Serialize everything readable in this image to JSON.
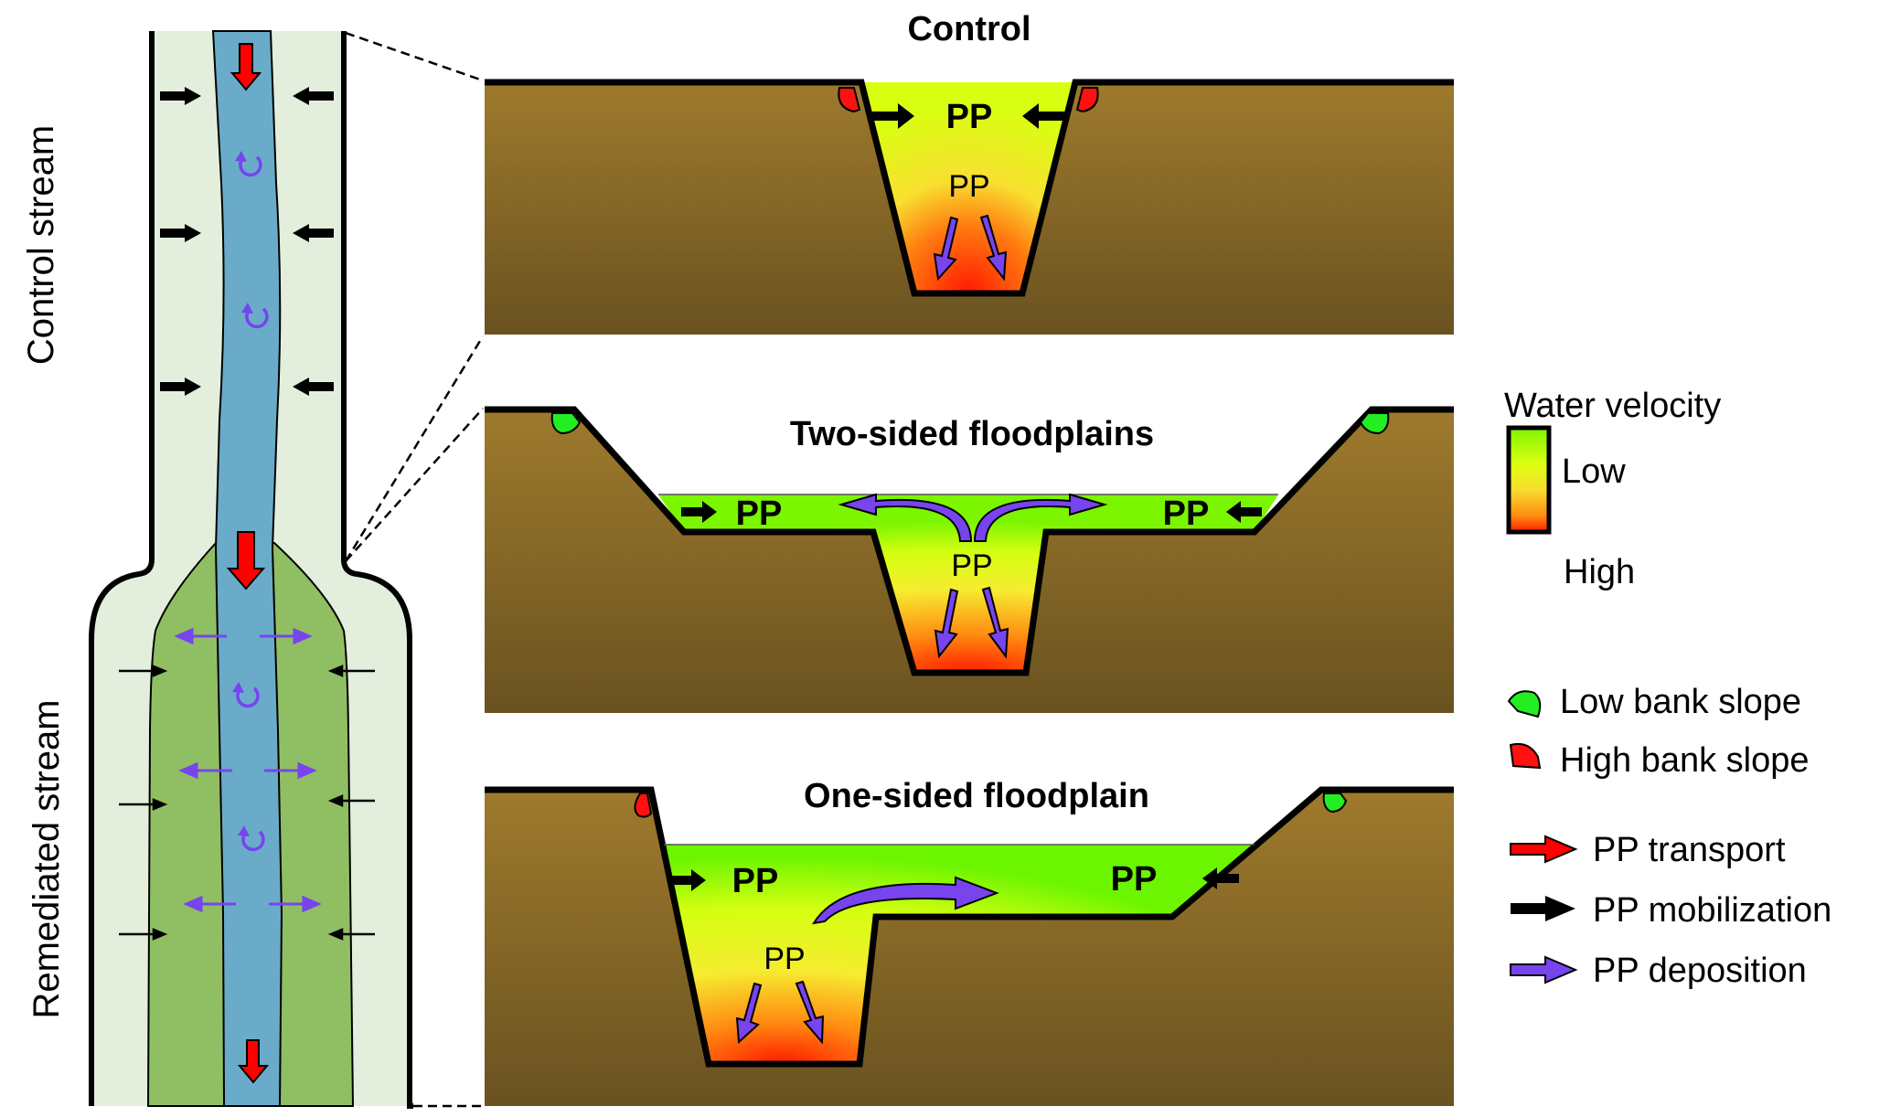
{
  "figure": {
    "stream_labels": {
      "control": "Control stream",
      "remediated": "Remediated stream"
    },
    "panels": [
      {
        "title": "Control",
        "mobilization_label": "PP",
        "deposition_label": "PP",
        "bank_slope_left": "high",
        "bank_slope_right": "high"
      },
      {
        "title": "Two-sided floodplains",
        "left_label": "PP",
        "right_label": "PP",
        "deposition_label": "PP",
        "bank_slope_left": "low",
        "bank_slope_right": "low"
      },
      {
        "title": "One-sided floodplain",
        "left_label": "PP",
        "right_label": "PP",
        "deposition_label": "PP",
        "bank_slope_left": "high",
        "bank_slope_right": "low"
      }
    ],
    "legend": {
      "velocity_title": "Water velocity",
      "velocity_low": "Low",
      "velocity_high": "High",
      "low_bank_slope": "Low bank slope",
      "high_bank_slope": "High bank slope",
      "pp_transport": "PP transport",
      "pp_mobilization": "PP mobilization",
      "pp_deposition": "PP deposition"
    },
    "colors": {
      "soil_top": "#9e7a2c",
      "soil_bottom": "#6a5220",
      "water_blue": "#6aabc9",
      "floodplain_green": "#8fbf62",
      "stream_bg": "#e3efdc",
      "velocity_low": "#7ff500",
      "velocity_mid": "#f5f020",
      "velocity_high": "#ff1a00",
      "low_bank": "#22ee22",
      "high_bank": "#ff1414",
      "transport_arrow": "#ff0000",
      "mobilization_arrow": "#000000",
      "deposition_arrow": "#7744ee"
    }
  }
}
